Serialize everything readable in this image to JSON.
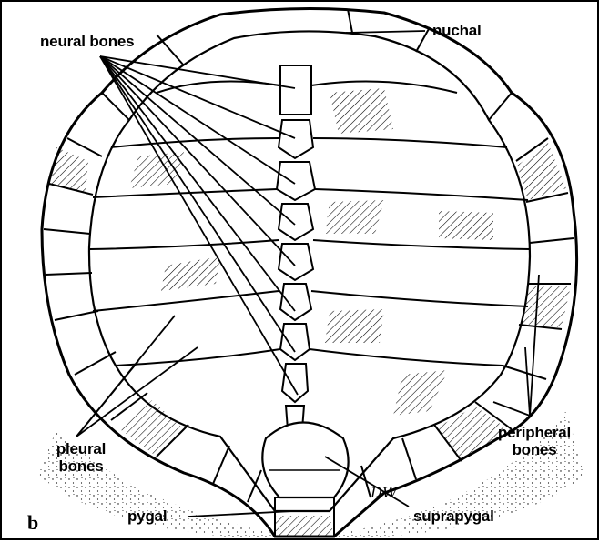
{
  "figure": {
    "panel_letter": "b",
    "labels": {
      "nuchal": "nuchal",
      "neural": "neural bones",
      "pleural_line1": "pleural",
      "pleural_line2": "bones",
      "peripheral_line1": "peripheral",
      "peripheral_line2": "bones",
      "pygal": "pygal",
      "suprapygal": "suprapygal",
      "signature": "DW"
    },
    "colors": {
      "ink": "#000000",
      "paper": "#ffffff"
    }
  }
}
